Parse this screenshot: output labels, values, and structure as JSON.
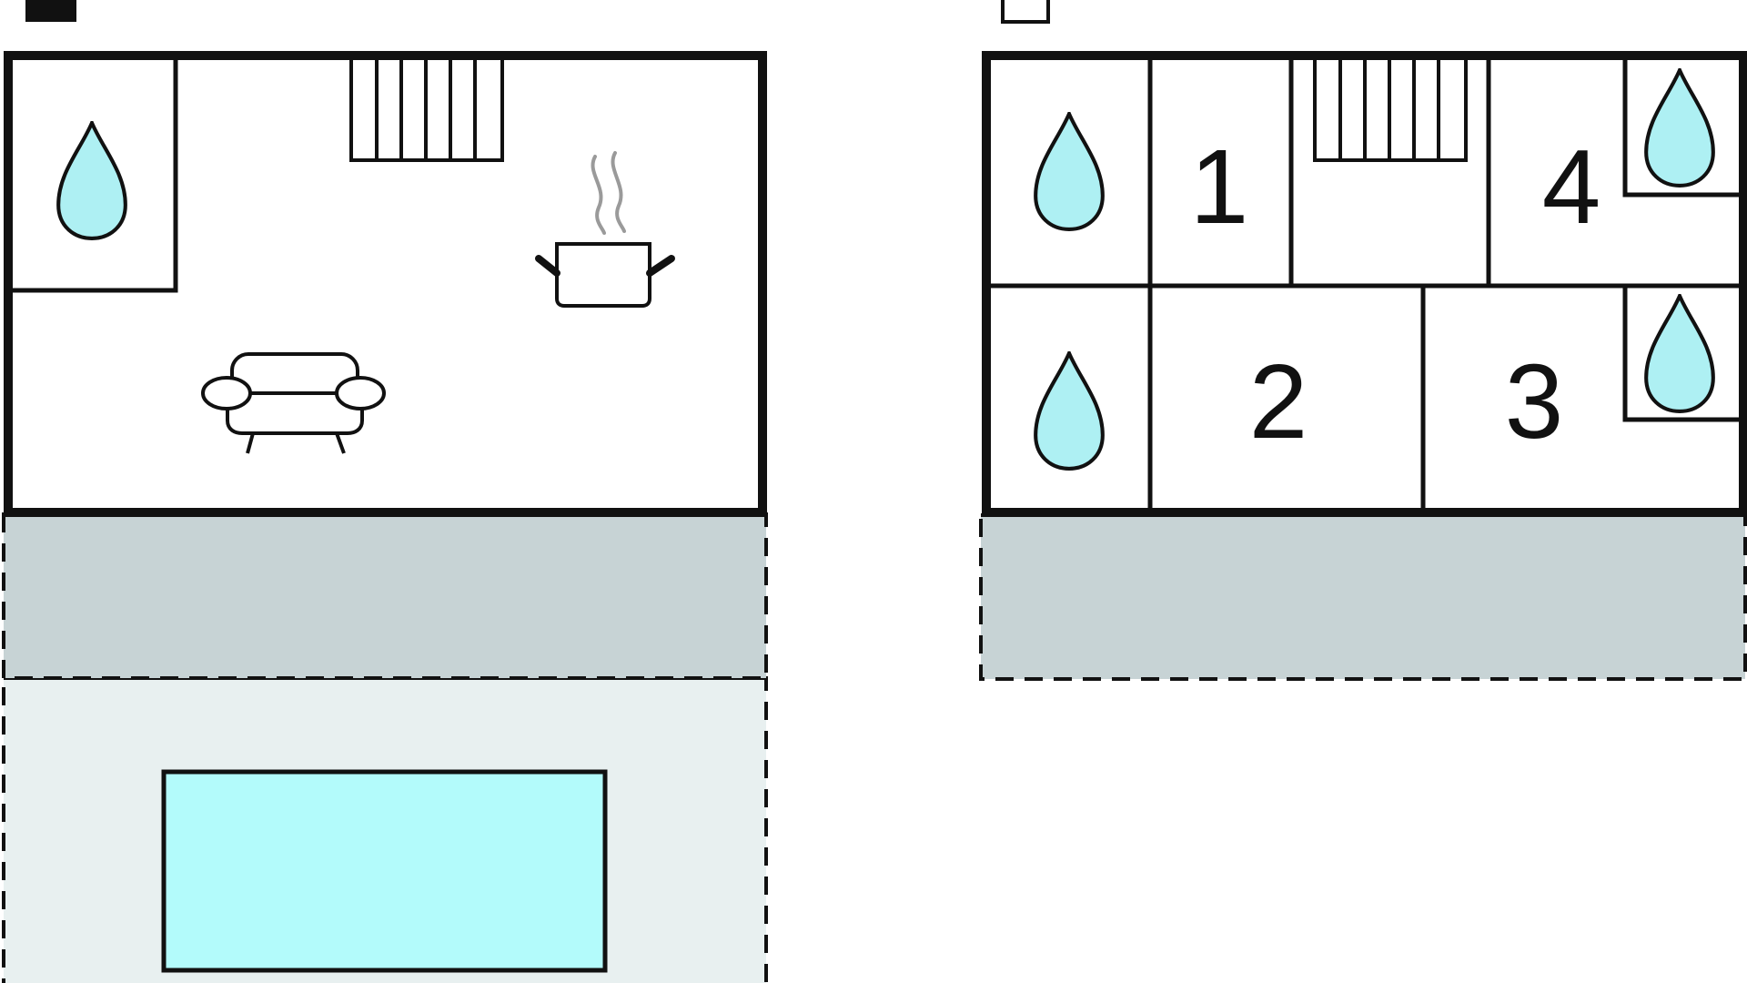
{
  "floors": [
    {
      "id": "ground",
      "legend": "filled-square",
      "features": [
        "bathroom-water-drop",
        "staircase",
        "kitchen-pot",
        "living-sofa",
        "terrace",
        "swimming-pool"
      ]
    },
    {
      "id": "upper",
      "legend": "outlined-square",
      "features": [
        "bathroom-water-drop",
        "bathroom-water-drop",
        "staircase",
        "bathroom-water-drop",
        "bathroom-water-drop",
        "balcony"
      ],
      "bedrooms": [
        {
          "number": "1"
        },
        {
          "number": "2"
        },
        {
          "number": "3"
        },
        {
          "number": "4"
        }
      ]
    }
  ],
  "colors": {
    "wall": "#111111",
    "water": "#aef0f3",
    "terrace": "#c7d3d5",
    "garden": "#e8f0f0",
    "pool": "#b3fbfb",
    "steam": "#9a9a9a"
  }
}
